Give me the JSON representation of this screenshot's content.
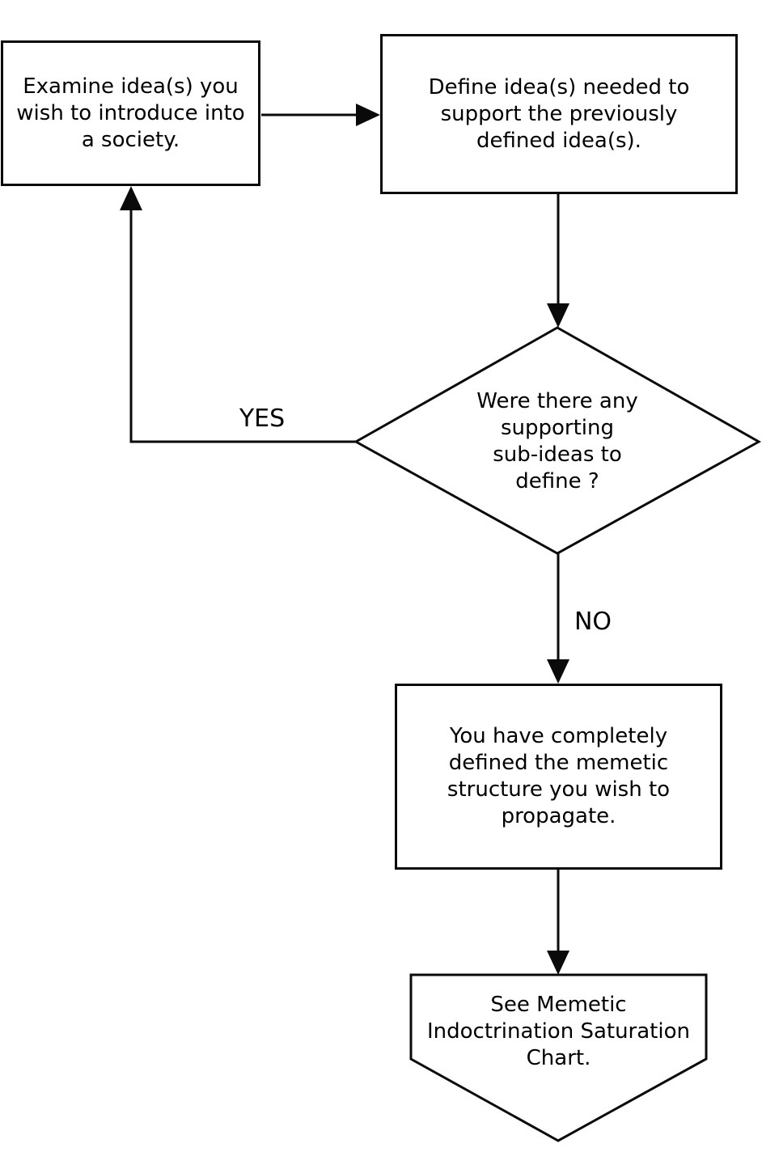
{
  "colors": {
    "background": "#ffffff",
    "line": "#0a0a0a",
    "text": "#000000"
  },
  "nodes": {
    "examine": {
      "shape": "rectangle",
      "lines": [
        "Examine idea(s) you",
        "wish to introduce into",
        "a society."
      ]
    },
    "define_support": {
      "shape": "rectangle",
      "lines": [
        "Define idea(s) needed to",
        "support the previously",
        "defined idea(s)."
      ]
    },
    "decision": {
      "shape": "diamond",
      "lines": [
        "Were there any",
        "supporting",
        "sub-ideas to",
        "define ?"
      ]
    },
    "complete": {
      "shape": "rectangle",
      "lines": [
        "You have completely",
        "defined the memetic",
        "structure you wish to",
        "propagate."
      ]
    },
    "see_chart": {
      "shape": "pentagon-terminal",
      "lines": [
        "See Memetic",
        "Indoctrination Saturation",
        "Chart."
      ]
    }
  },
  "edges": {
    "yes_label": "YES",
    "no_label": "NO"
  }
}
